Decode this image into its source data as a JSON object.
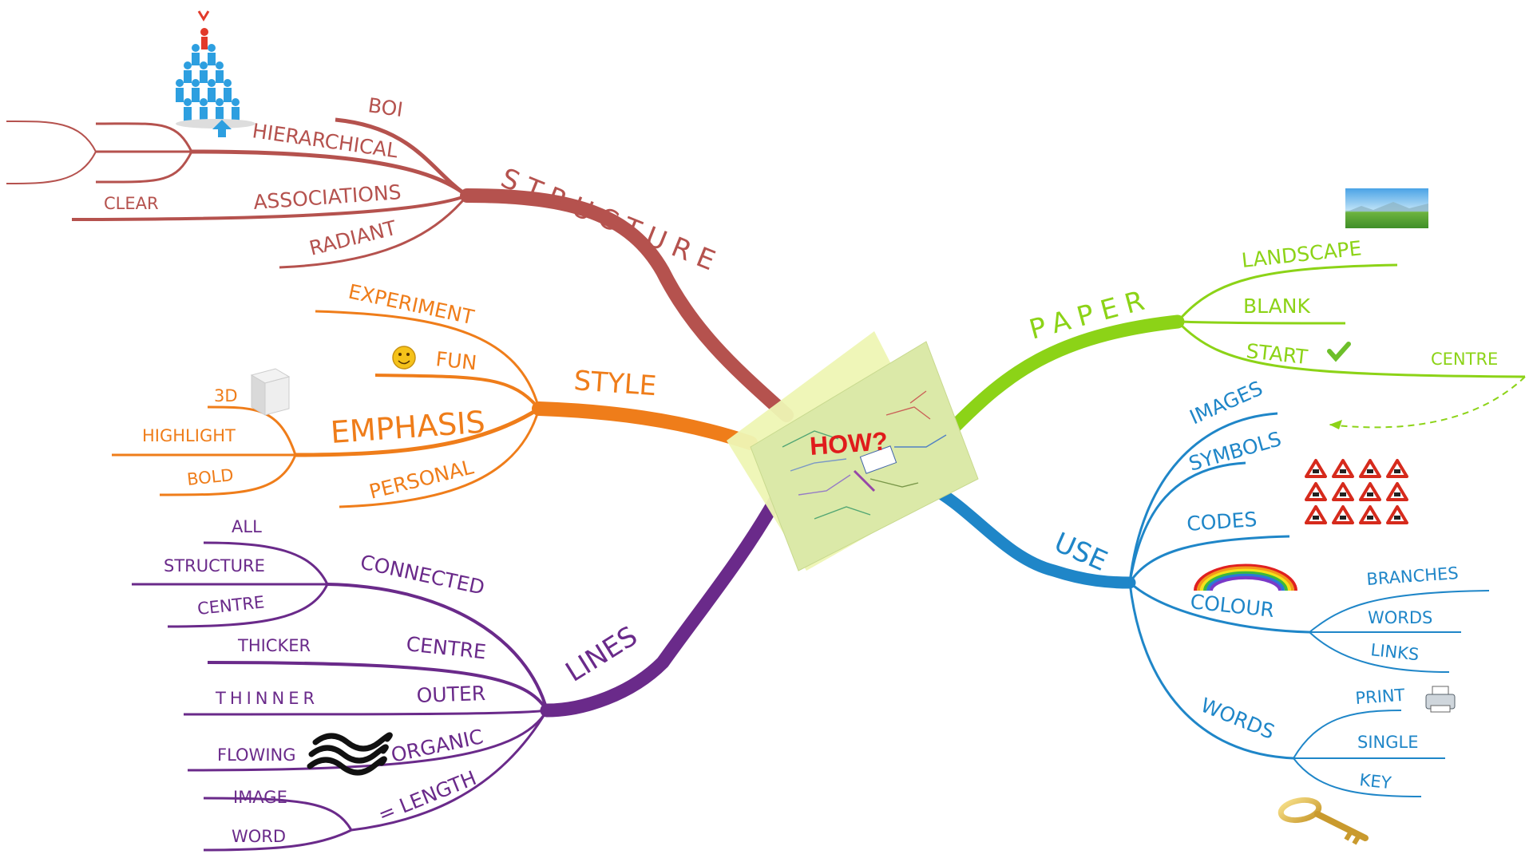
{
  "colors": {
    "structure": "#b5524e",
    "style": "#ef7d1a",
    "lines": "#6a2a8a",
    "paper": "#8cd317",
    "use": "#1f86c8",
    "center_text": "#e01c1c"
  },
  "center": {
    "title": "HOW?"
  },
  "structure": {
    "label": "STRUCTURE",
    "items": {
      "boi": "BOI",
      "hierarchical": "HIERARCHICAL",
      "associations": "ASSOCIATIONS",
      "radiant": "RADIANT",
      "clear": "CLEAR"
    }
  },
  "style": {
    "label": "STYLE",
    "items": {
      "experiment": "EXPERIMENT",
      "fun": "FUN",
      "emphasis": "EMPHASIS",
      "personal": "PERSONAL",
      "d3": "3D",
      "highlight": "HIGHLIGHT",
      "bold": "BOLD"
    }
  },
  "lines": {
    "label": "LINES",
    "items": {
      "connected": "CONNECTED",
      "all": "ALL",
      "structure": "STRUCTURE",
      "centre": "CENTRE",
      "centre2": "CENTRE",
      "thicker": "THICKER",
      "outer": "OUTER",
      "thinner": "THINNER",
      "organic": "ORGANIC",
      "flowing": "FLOWING",
      "length": "= LENGTH",
      "image": "IMAGE",
      "word": "WORD"
    }
  },
  "paper": {
    "label": "PAPER",
    "items": {
      "landscape": "LANDSCAPE",
      "blank": "BLANK",
      "start": "START",
      "centre": "CENTRE"
    }
  },
  "use": {
    "label": "USE",
    "items": {
      "images": "IMAGES",
      "symbols": "SYMBOLS",
      "codes": "CODES",
      "colour": "COLOUR",
      "branches": "BRANCHES",
      "words_sub": "WORDS",
      "links": "LINKS",
      "words": "WORDS",
      "print": "PRINT",
      "single": "SINGLE",
      "key": "KEY"
    }
  },
  "icons": [
    "people-pyramid-icon",
    "up-arrow-icon",
    "smiley-icon",
    "cube-icon",
    "wave-icon",
    "landscape-image-icon",
    "checkmark-icon",
    "warning-signs-icon",
    "rainbow-icon",
    "printer-icon",
    "key-icon"
  ]
}
